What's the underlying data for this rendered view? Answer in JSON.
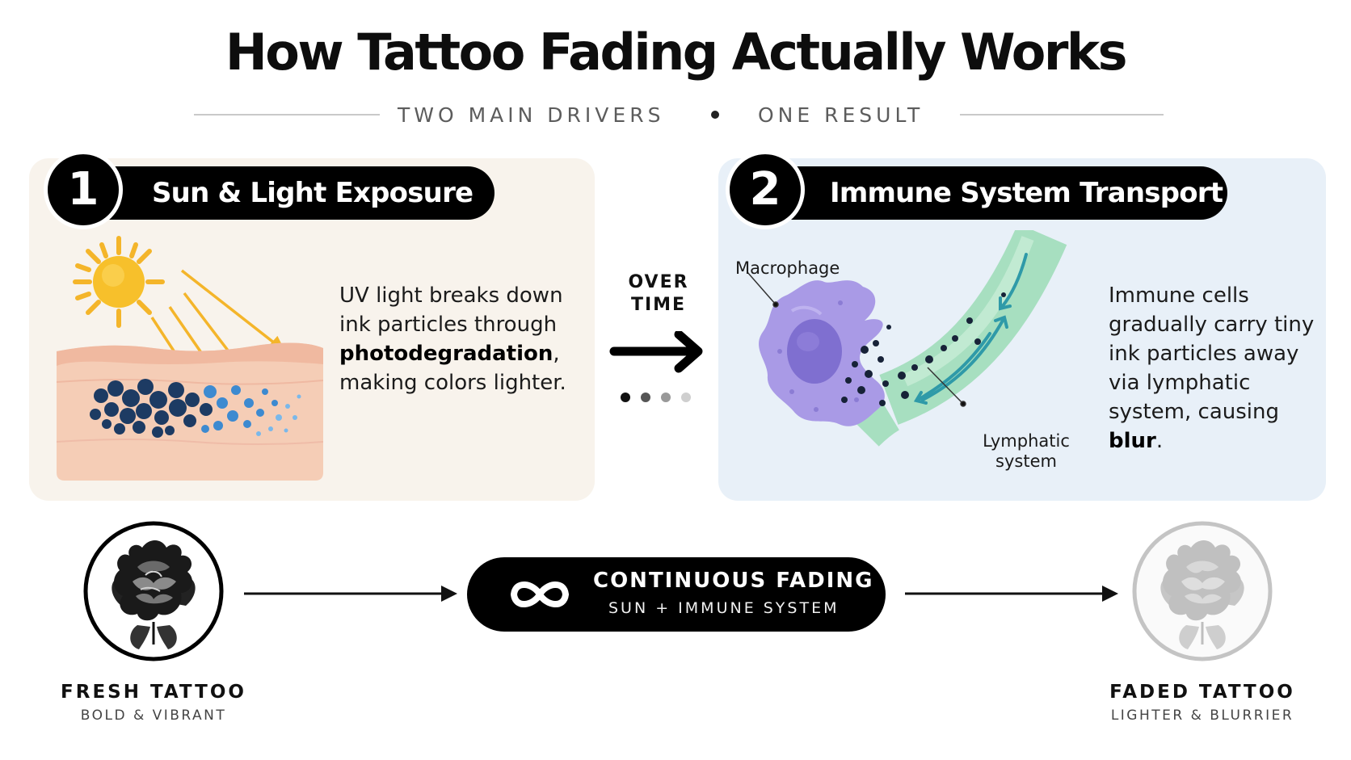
{
  "title": "How Tattoo Fading Actually Works",
  "subtitle": {
    "left": "TWO MAIN DRIVERS",
    "right": "ONE RESULT"
  },
  "drivers": [
    {
      "number": "1",
      "title": "Sun & Light Exposure",
      "desc_before": "UV light breaks down ink particles through",
      "desc_bold": "photodegradation",
      "desc_after": ", making colors lighter."
    },
    {
      "number": "2",
      "title": "Immune System Transport",
      "desc_before": "Immune cells gradually carry tiny ink particles away via lymphatic system, causing",
      "desc_bold": "blur",
      "desc_after": ".",
      "label_macrophage": "Macrophage",
      "label_lymphatic": "Lymphatic system"
    }
  ],
  "transition": {
    "label": "OVER TIME"
  },
  "process": {
    "title": "CONTINUOUS FADING",
    "subtitle": "SUN + IMMUNE SYSTEM"
  },
  "states": {
    "fresh": {
      "title": "FRESH TATTOO",
      "subtitle": "BOLD & VIBRANT"
    },
    "faded": {
      "title": "FADED TATTOO",
      "subtitle": "LIGHTER & BLURRIER"
    }
  },
  "colors": {
    "sun": "#f7c02b",
    "ray": "#f4b52a",
    "ink": "#1d3b63",
    "ink_light": "#3d8ad0",
    "macrophage": "#a99ae6",
    "nucleus": "#7f6fd0",
    "vessel": "#9fd9b8",
    "flow_arrow": "#2f9aa8",
    "panel_1": "#f8f3ec",
    "panel_2": "#e8f0f8"
  }
}
